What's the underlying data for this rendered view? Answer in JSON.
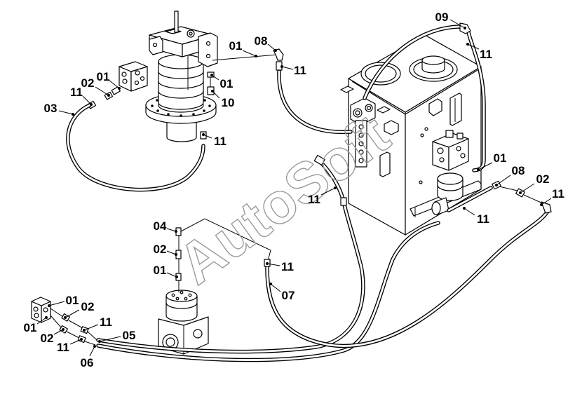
{
  "watermark": "AutoSoft",
  "callouts": [
    "09",
    "11",
    "01",
    "08",
    "11",
    "01",
    "10",
    "11",
    "01",
    "02",
    "11",
    "03",
    "01",
    "08",
    "02",
    "11",
    "11",
    "11",
    "04",
    "02",
    "01",
    "11",
    "07",
    "01",
    "02",
    "01",
    "11",
    "05",
    "02",
    "11",
    "06"
  ]
}
